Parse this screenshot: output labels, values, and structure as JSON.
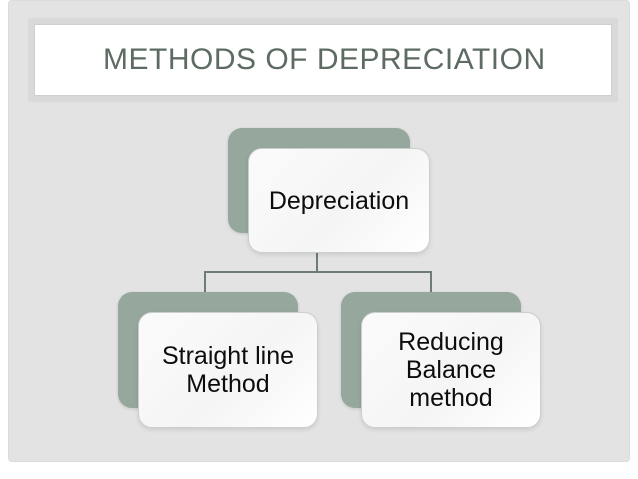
{
  "slide": {
    "title": "METHODS OF DEPRECIATION",
    "background_color": "#e3e3e3",
    "title_text_color": "#5d6b62",
    "accent_color": "#96a79d",
    "connector_color": "#707b75"
  },
  "diagram": {
    "type": "hierarchy",
    "root": {
      "id": "depreciation",
      "label": "Depreciation"
    },
    "children": [
      {
        "id": "straight-line-method",
        "label": "Straight line Method"
      },
      {
        "id": "reducing-balance-method",
        "label": "Reducing Balance method"
      }
    ]
  }
}
